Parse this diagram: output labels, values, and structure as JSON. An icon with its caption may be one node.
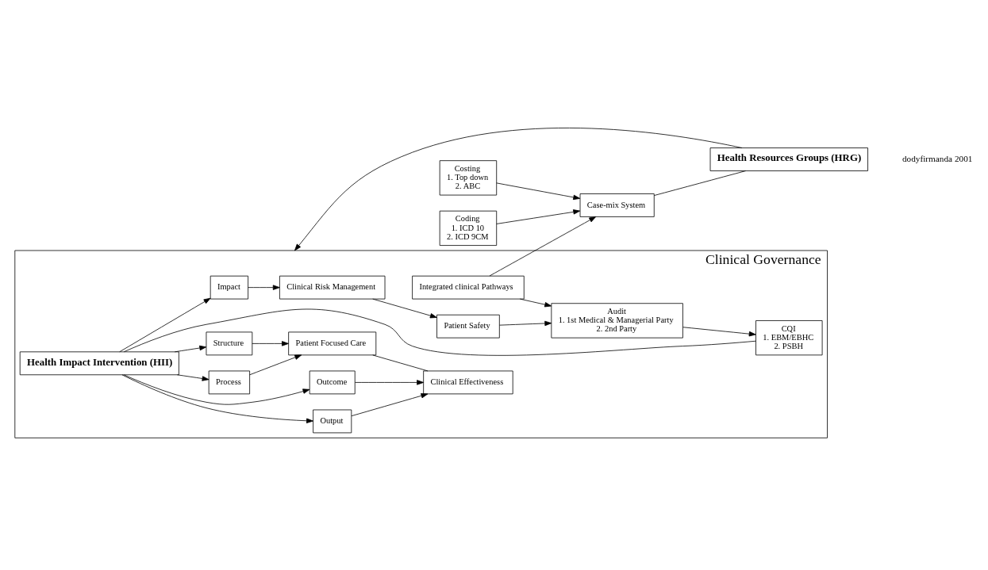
{
  "diagram": {
    "nodes": [
      {
        "text": [
          "Clinical Governance"
        ]
      },
      {
        "text": [
          "Structure"
        ],
        "in": 0
      },
      {
        "text": [
          "Process"
        ],
        "in": 0
      },
      {
        "text": [
          "Patient Focused Care"
        ],
        "in": 0
      },
      {
        "text": [
          "Output"
        ],
        "in": 0
      },
      {
        "text": [
          "Outcome"
        ],
        "in": 0
      },
      {
        "text": [
          "Clinical Effectiveness"
        ],
        "in": 0
      },
      {
        "text": [
          "Integrated clinical Pathways"
        ],
        "in": 0
      },
      {
        "text": [
          "Impact"
        ],
        "in": 0
      },
      {
        "text": [
          "Clinical Risk Management"
        ],
        "in": 0
      },
      {
        "text": [
          "Patient Safety"
        ],
        "in": 0
      },
      {
        "text": [
          "Health Impact Intervention (HII)"
        ],
        "in": 0
      },
      {
        "text": [
          "CQI",
          "1. EBM/EBHC",
          "2. PSBH"
        ],
        "in": 0
      },
      {
        "text": [
          "Audit",
          "1. 1st Medical & Managerial Party",
          "2. 2nd Party"
        ],
        "in": 0
      },
      {
        "text": [
          "Coding",
          "1. ICD 10",
          "2. ICD 9CM"
        ]
      },
      {
        "text": [
          "Costing",
          "1. Top down",
          "2. ABC"
        ]
      },
      {
        "text": [
          "Case-mix System"
        ]
      },
      {
        "text": [
          "Health Resources Groups (HRG)"
        ]
      }
    ],
    "edges": [
      {
        "from": 1,
        "to": 3,
        "arrow": "to"
      },
      {
        "from": 2,
        "to": 3,
        "arrow": "to"
      },
      {
        "from": 4,
        "to": 6,
        "arrow": "to"
      },
      {
        "from": 5,
        "to": 6,
        "arrow": "to"
      },
      {
        "from": 3,
        "to": 6,
        "arrow": "none"
      },
      {
        "from": 7,
        "to": 16,
        "arrow": "to"
      },
      {
        "from": 7,
        "to": 13,
        "arrow": "to"
      },
      {
        "from": 10,
        "to": 13,
        "arrow": "to"
      },
      {
        "from": 8,
        "to": 9,
        "arrow": "to"
      },
      {
        "from": 9,
        "to": 10,
        "arrow": "to"
      },
      {
        "from": 11,
        "to": 1,
        "arrow": "to"
      },
      {
        "from": 11,
        "to": 2,
        "arrow": "to"
      },
      {
        "from": 11,
        "to": 4,
        "arrow": "to"
      },
      {
        "from": 11,
        "to": 5,
        "arrow": "to"
      },
      {
        "from": 11,
        "to": 8,
        "arrow": "to"
      },
      {
        "from": 13,
        "to": 12,
        "arrow": "to"
      },
      {
        "from": 12,
        "to": 11,
        "arrow": "none"
      },
      {
        "from": 14,
        "to": 16,
        "arrow": "to"
      },
      {
        "from": 15,
        "to": 16,
        "arrow": "to"
      },
      {
        "from": 16,
        "to": 17,
        "arrow": "none"
      },
      {
        "from": 17,
        "to": 0,
        "arrow": "to"
      }
    ],
    "labels": [
      "dodyfirmanda 2001"
    ]
  }
}
